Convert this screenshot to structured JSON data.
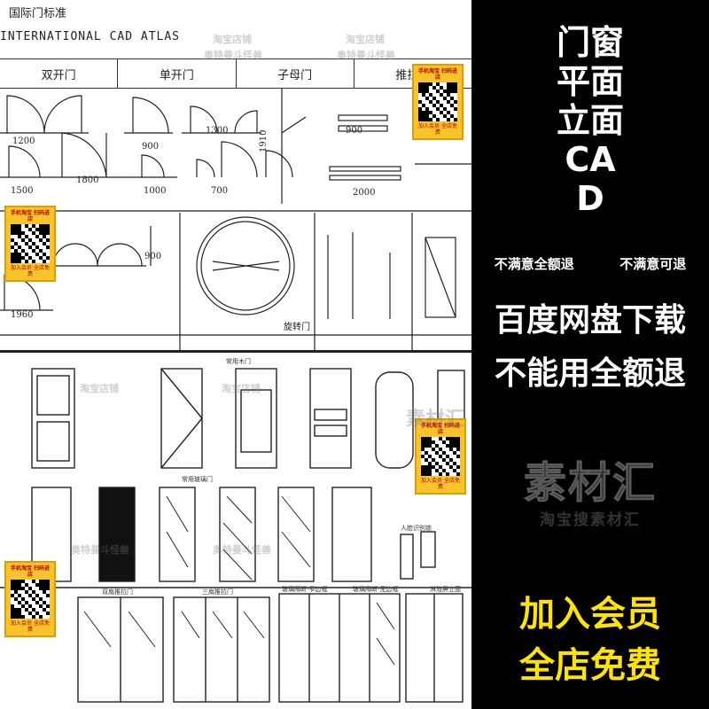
{
  "sheet": {
    "title": "国际门标准",
    "subtitle": "INTERNATIONAL CAD ATLAS",
    "categories": [
      "双开门",
      "单开门",
      "子母门",
      "推拉门"
    ],
    "dims": {
      "d1200": "1200",
      "d900a": "900",
      "d1300": "1300",
      "d900b": "900",
      "d1910": "1910",
      "d1800": "1800",
      "d1500": "1500",
      "d1000": "1000",
      "d700": "700",
      "d2000": "2000",
      "d900c": "900",
      "d1960": "1960"
    },
    "labels": {
      "rotating_door": "旋转门",
      "wood_doors": "常用木门",
      "glass_doors": "常用玻璃门",
      "face_id": "人脸识别锁",
      "double_slide": "双扇推拉门",
      "triple_slide": "三扇推拉门",
      "glass_partition": "玻璃隔断-窄边框",
      "glass_partition2": "玻璃隔断-无边框",
      "shower_door": "淋浴屏立面"
    },
    "qr_top": "手机淘宝 扫码进店",
    "qr_bottom": "加入会员 全店免费",
    "watermarks": [
      "淘宝店铺",
      "奥特曼斗怪兽",
      "素材汇"
    ]
  },
  "promo": {
    "title_lines": [
      "门窗",
      "平面",
      "立面",
      "CA",
      "D"
    ],
    "refund_left": "不满意全额退",
    "refund_right": "不满意可退",
    "line1": "百度网盘下载",
    "line2": "不能用全额退",
    "brand": "素材汇",
    "brand_sub": "淘宝搜素材汇",
    "cta1": "加入会员",
    "cta2": "全店免费"
  },
  "colors": {
    "promo_bg": "#000000",
    "promo_text": "#ffffff",
    "cta_yellow": "#ffe400",
    "qr_yellow": "#f7c52b"
  }
}
